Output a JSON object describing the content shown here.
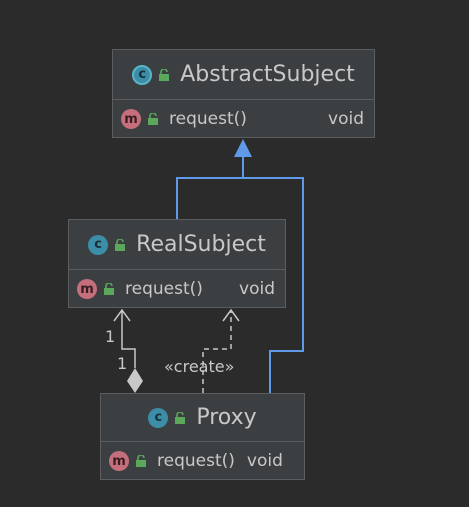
{
  "classes": {
    "abstract_subject": {
      "name": "AbstractSubject",
      "kind_icon": "class-icon",
      "method": {
        "icon": "method-icon",
        "name": "request()",
        "type": "void"
      }
    },
    "real_subject": {
      "name": "RealSubject",
      "kind_icon": "class-icon",
      "method": {
        "icon": "method-icon",
        "name": "request()",
        "type": "void"
      }
    },
    "proxy": {
      "name": "Proxy",
      "kind_icon": "class-icon",
      "method": {
        "icon": "method-icon",
        "name": "request()",
        "type": "void"
      }
    }
  },
  "badges": {
    "class_letter": "c",
    "method_letter": "m"
  },
  "relations": {
    "aggregation": {
      "source_multiplicity": "1",
      "target_multiplicity": "1"
    },
    "dependency": {
      "stereotype": "«create»"
    }
  },
  "colors": {
    "background": "#2b2b2b",
    "box_fill": "#3c3f41",
    "box_border": "#5b5d5f",
    "inheritance_arrow": "#5f9ae8",
    "relation_line": "#c8c8c8",
    "class_badge": "#3c8ea8",
    "method_badge": "#c46f7b",
    "lock_icon": "#5aa85a"
  }
}
